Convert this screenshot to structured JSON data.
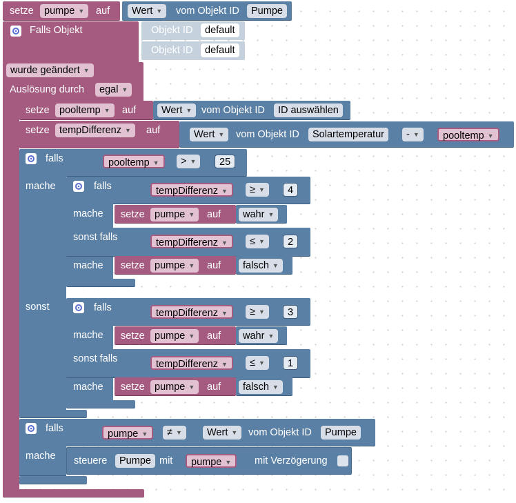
{
  "workspace": {
    "setze": "setze",
    "auf": "auf",
    "vom_objekt_id": "vom Objekt ID",
    "wert": "Wert",
    "falls": "falls",
    "mache": "mache",
    "sonst_falls": "sonst falls",
    "sonst": "sonst",
    "mit": "mit",
    "mit_verzoegerung": "mit Verzögerung",
    "steuere": "steuere",
    "var_pumpe": "pumpe",
    "var_pooltemp": "pooltemp",
    "var_tempdiff": "tempDifferenz",
    "ge": "≥",
    "le": "≤",
    "gt": ">",
    "ne": "≠",
    "minus": "-",
    "wahr": "wahr",
    "falsch": "falsch",
    "n25": "25",
    "n4": "4",
    "n2": "2",
    "n3": "3",
    "n1": "1"
  },
  "trigger": {
    "title": "Falls Objekt",
    "oid_label": "Objekt ID",
    "oid1": "default",
    "oid2": "default",
    "changed": "wurde geändert",
    "ausloesung": "Auslösung durch",
    "egal": "egal"
  },
  "ids": {
    "pumpe": "Pumpe",
    "auswaehlen": "ID auswählen",
    "solar": "Solartemperatur"
  },
  "colors": {
    "variables": "#a55b80",
    "logic": "#5b80a5"
  }
}
